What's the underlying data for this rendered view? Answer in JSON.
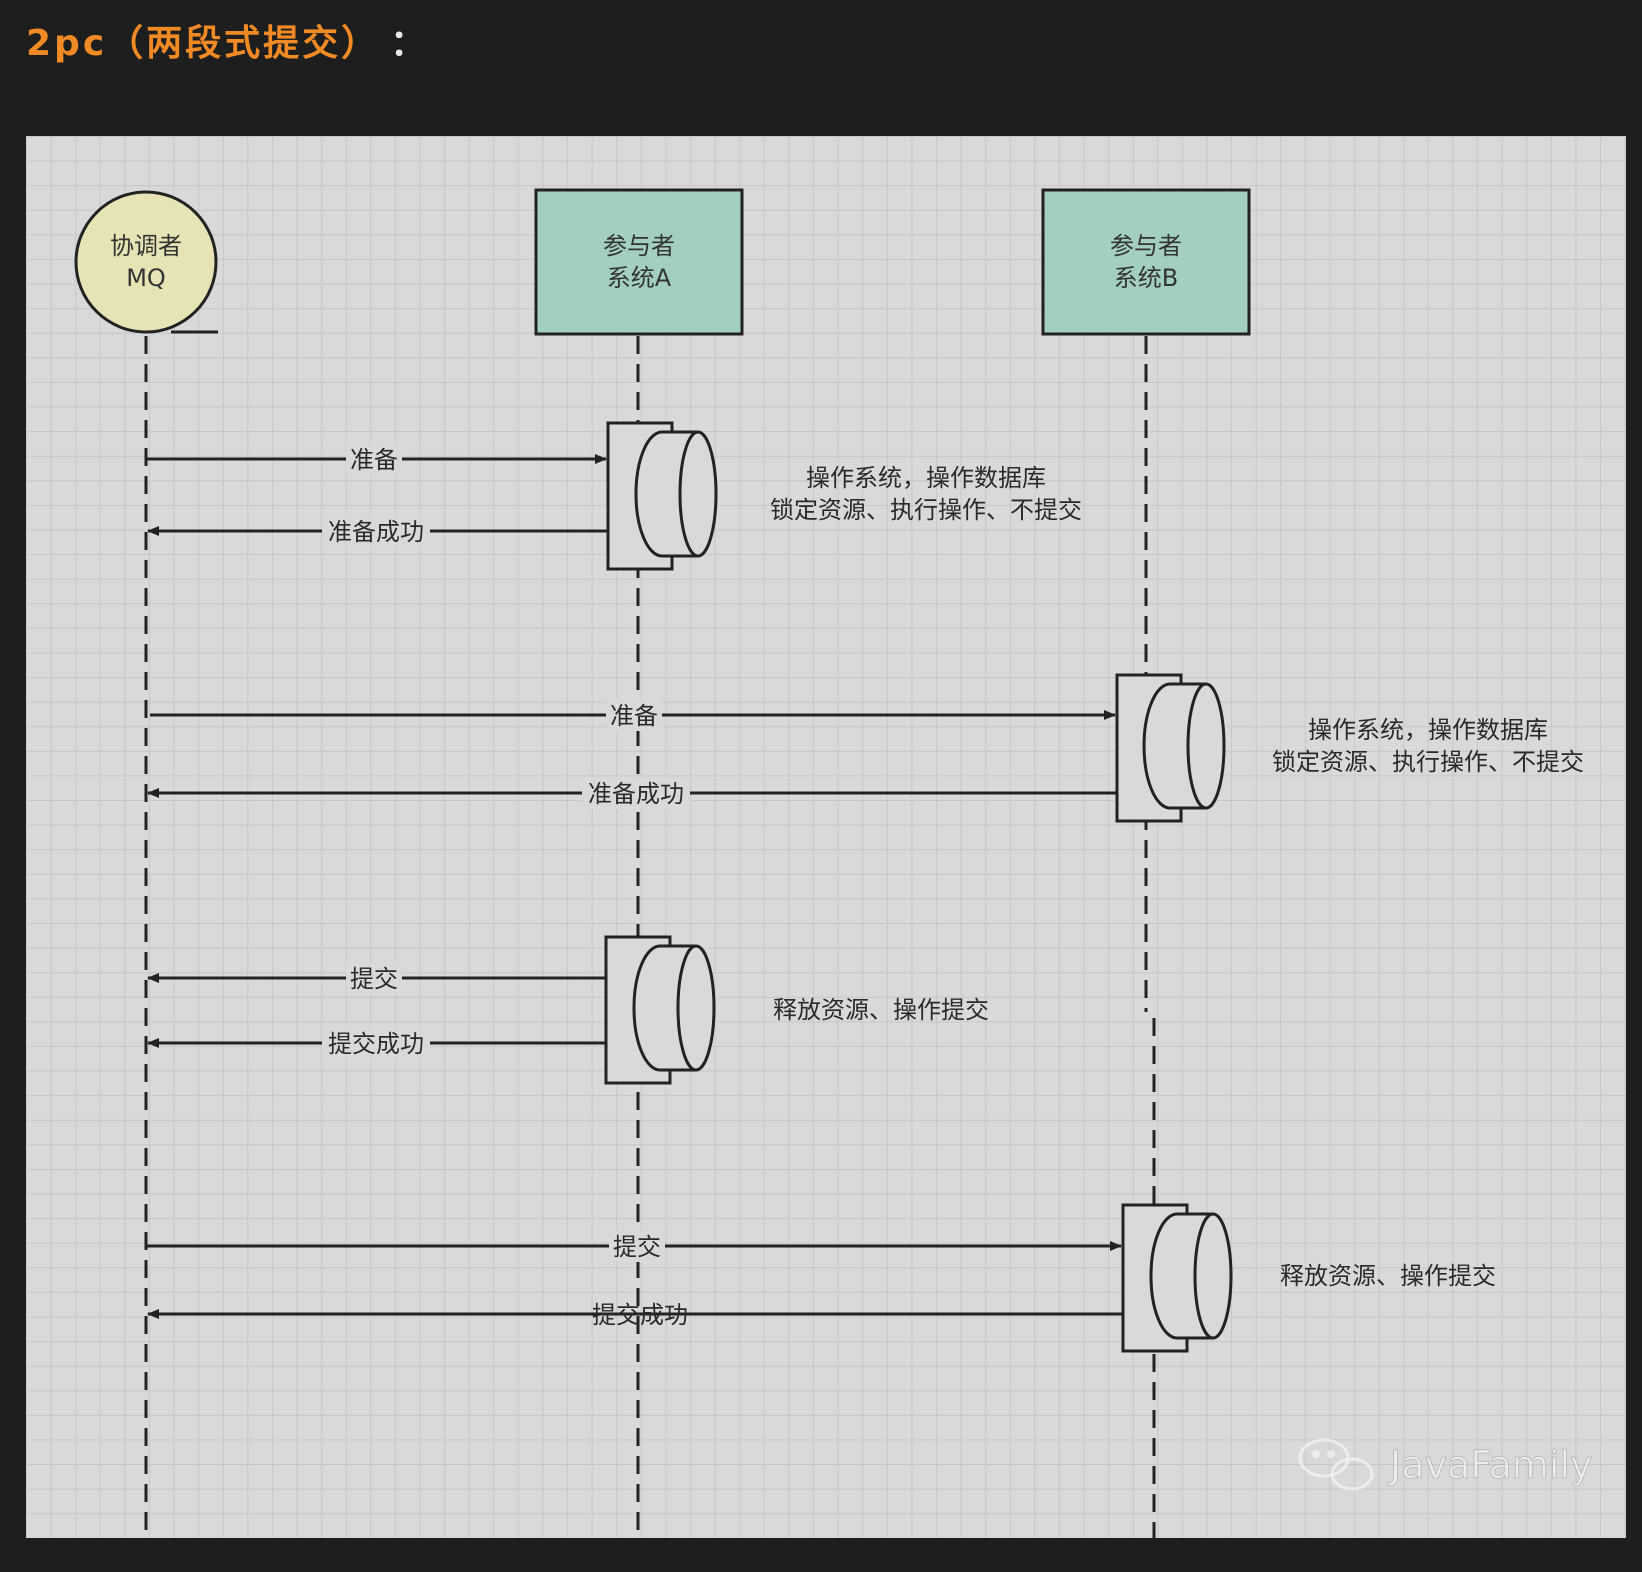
{
  "heading": {
    "title": "2pc（两段式提交）",
    "colon": "："
  },
  "colors": {
    "heading": "#f08a24",
    "coordinator_fill": "#e6e4b4",
    "participant_fill": "#a3cfc0",
    "line": "#222222",
    "grid_bg": "#d9d9d9"
  },
  "lifelines": {
    "coordinator": {
      "line1": "协调者",
      "line2": "MQ"
    },
    "participant_a": {
      "line1": "参与者",
      "line2": "系统A"
    },
    "participant_b": {
      "line1": "参与者",
      "line2": "系统B"
    }
  },
  "messages": {
    "a_prepare": "准备",
    "a_prepare_ok": "准备成功",
    "b_prepare": "准备",
    "b_prepare_ok": "准备成功",
    "a_commit": "提交",
    "a_commit_ok": "提交成功",
    "b_commit": "提交",
    "b_commit_ok": "提交成功"
  },
  "notes": {
    "a_prepare_l1": "操作系统，操作数据库",
    "a_prepare_l2": "锁定资源、执行操作、不提交",
    "b_prepare_l1": "操作系统，操作数据库",
    "b_prepare_l2": "锁定资源、执行操作、不提交",
    "a_commit": "释放资源、操作提交",
    "b_commit": "释放资源、操作提交"
  },
  "watermark": {
    "icon": "wechat-icon",
    "text": "JavaFamily"
  }
}
